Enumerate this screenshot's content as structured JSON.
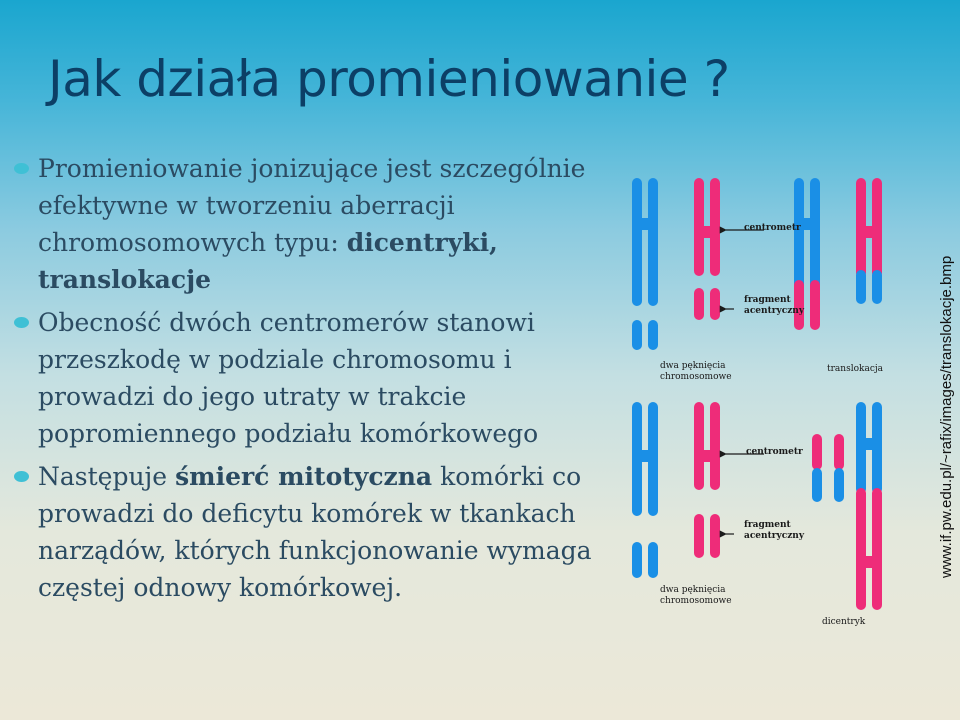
{
  "slide": {
    "title": "Jak działa promieniowanie ?"
  },
  "bullets": [
    {
      "text_plain": "Promieniowanie jonizujące jest szczególnie efektywne w tworzeniu aberracji chromosomowych typu: ",
      "text_bold": "dicentryki, translokacje",
      "text_after": ""
    },
    {
      "text_plain": "Obecność dwóch centromerów stanowi przeszkodę w podziale chromosomu i prowadzi do jego utraty w trakcie popromiennego podziału komórkowego",
      "text_bold": "",
      "text_after": ""
    },
    {
      "text_plain": "Następuje ",
      "text_bold": "śmierć mitotyczna",
      "text_after": " komórki co prowadzi do deficytu komórek w tkankach narządów, których funkcjonowanie wymaga częstej odnowy komórkowej."
    }
  ],
  "diagram": {
    "labels": {
      "centromere_top": "centrometr",
      "fragment_top_line1": "fragment",
      "fragment_top_line2": "acentryczny",
      "two_breaks_top_line1": "dwa pęknięcia",
      "two_breaks_top_line2": "chromosomowe",
      "translocation": "translokacja",
      "centromere_bottom": "centrometr",
      "fragment_bottom_line1": "fragment",
      "fragment_bottom_line2": "acentryczny",
      "two_breaks_bottom_line1": "dwa pęknięcia",
      "two_breaks_bottom_line2": "chromosomowe",
      "dicentric": "dicentryk"
    },
    "colors": {
      "blue": "#1a8fe6",
      "pink": "#ee2c79"
    }
  },
  "source_url": "www.if.pw.edu.pl/~rafix/images/translokacje.bmp"
}
